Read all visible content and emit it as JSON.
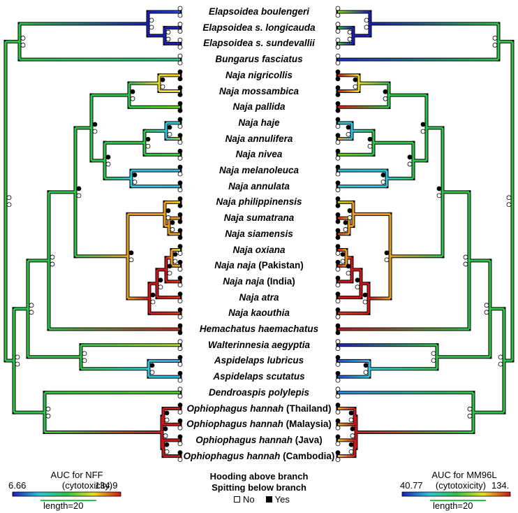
{
  "taxa": [
    {
      "species": "Elapsoidea boulengeri",
      "locality": "",
      "left_color": "#2a47d6",
      "right_color": "#8ad81f",
      "left_marks": [
        "o",
        "o"
      ],
      "right_marks": [
        "o",
        "o"
      ]
    },
    {
      "species": "Elapsoidea s. longicauda",
      "locality": "",
      "left_color": "#1d1fb5",
      "right_color": "#2fc24a",
      "left_marks": [
        "o",
        "o"
      ],
      "right_marks": [
        "o",
        "o"
      ]
    },
    {
      "species": "Elapsoidea s. sundevallii",
      "locality": "",
      "left_color": "#1d1fb5",
      "right_color": "#2fc24a",
      "left_marks": [
        "o",
        "o"
      ],
      "right_marks": [
        "o",
        "o"
      ]
    },
    {
      "species": "Bungarus fasciatus",
      "locality": "",
      "left_color": "#2fc98e",
      "right_color": "#1c2ec6",
      "left_marks": [
        "o",
        "o"
      ],
      "right_marks": [
        "o",
        "o"
      ]
    },
    {
      "species": "Naja nigricollis",
      "locality": "",
      "left_color": "#f0c21d",
      "right_color": "#c8161a",
      "left_marks": [
        "f",
        "f"
      ],
      "right_marks": [
        "f",
        "f"
      ]
    },
    {
      "species": "Naja mossambica",
      "locality": "",
      "left_color": "#e9dc22",
      "right_color": "#c8161a",
      "left_marks": [
        "f",
        "f"
      ],
      "right_marks": [
        "f",
        "f"
      ]
    },
    {
      "species": "Naja pallida",
      "locality": "",
      "left_color": "#74d21f",
      "right_color": "#d0231a",
      "left_marks": [
        "f",
        "f"
      ],
      "right_marks": [
        "f",
        "f"
      ]
    },
    {
      "species": "Naja haje",
      "locality": "",
      "left_color": "#30c6c7",
      "right_color": "#2dc3c7",
      "left_marks": [
        "f",
        "o"
      ],
      "right_marks": [
        "f",
        "o"
      ]
    },
    {
      "species": "Naja annulifera",
      "locality": "",
      "left_color": "#9bd81f",
      "right_color": "#e9a11f",
      "left_marks": [
        "f",
        "o"
      ],
      "right_marks": [
        "f",
        "o"
      ]
    },
    {
      "species": "Naja nivea",
      "locality": "",
      "left_color": "#45c93a",
      "right_color": "#6fd21f",
      "left_marks": [
        "f",
        "o"
      ],
      "right_marks": [
        "f",
        "o"
      ]
    },
    {
      "species": "Naja melanoleuca",
      "locality": "",
      "left_color": "#3ab9d6",
      "right_color": "#29bfd3",
      "left_marks": [
        "f",
        "o"
      ],
      "right_marks": [
        "f",
        "o"
      ]
    },
    {
      "species": "Naja annulata",
      "locality": "",
      "left_color": "#3ab9d6",
      "right_color": "#38c4d6",
      "left_marks": [
        "f",
        "o"
      ],
      "right_marks": [
        "f",
        "o"
      ]
    },
    {
      "species": "Naja philippinensis",
      "locality": "",
      "left_color": "#e5d320",
      "right_color": "#a6d81f",
      "left_marks": [
        "f",
        "f"
      ],
      "right_marks": [
        "f",
        "f"
      ]
    },
    {
      "species": "Naja sumatrana",
      "locality": "",
      "left_color": "#e69c1f",
      "right_color": "#d2321a",
      "left_marks": [
        "f",
        "f"
      ],
      "right_marks": [
        "f",
        "f"
      ]
    },
    {
      "species": "Naja siamensis",
      "locality": "",
      "left_color": "#e69c1f",
      "right_color": "#d2321a",
      "left_marks": [
        "f",
        "f"
      ],
      "right_marks": [
        "f",
        "f"
      ]
    },
    {
      "species": "Naja oxiana",
      "locality": "",
      "left_color": "#dcdc20",
      "right_color": "#c8161a",
      "left_marks": [
        "f",
        "o"
      ],
      "right_marks": [
        "f",
        "o"
      ]
    },
    {
      "species": "Naja naja",
      "locality": "(Pakistan)",
      "left_color": "#e6a41f",
      "right_color": "#c8161a",
      "left_marks": [
        "f",
        "o"
      ],
      "right_marks": [
        "f",
        "o"
      ]
    },
    {
      "species": "Naja naja",
      "locality": "(India)",
      "left_color": "#d4391a",
      "right_color": "#c8161a",
      "left_marks": [
        "f",
        "o"
      ],
      "right_marks": [
        "f",
        "o"
      ]
    },
    {
      "species": "Naja atra",
      "locality": "",
      "left_color": "#d4391a",
      "right_color": "#c8161a",
      "left_marks": [
        "f",
        "o"
      ],
      "right_marks": [
        "f",
        "o"
      ]
    },
    {
      "species": "Naja kaouthia",
      "locality": "",
      "left_color": "#d4391a",
      "right_color": "#d0431a",
      "left_marks": [
        "f",
        "o"
      ],
      "right_marks": [
        "f",
        "o"
      ]
    },
    {
      "species": "Hemachatus haemachatus",
      "locality": "",
      "left_color": "#cf2a1a",
      "right_color": "#c8161a",
      "left_marks": [
        "f",
        "f"
      ],
      "right_marks": [
        "f",
        "f"
      ]
    },
    {
      "species": "Walterinnesia aegyptia",
      "locality": "",
      "left_color": "#b3d81f",
      "right_color": "#2a1fc0",
      "left_marks": [
        "o",
        "o"
      ],
      "right_marks": [
        "o",
        "o"
      ]
    },
    {
      "species": "Aspidelaps lubricus",
      "locality": "",
      "left_color": "#23b8e2",
      "right_color": "#1f56d8",
      "left_marks": [
        "f",
        "o"
      ],
      "right_marks": [
        "f",
        "o"
      ]
    },
    {
      "species": "Aspidelaps scutatus",
      "locality": "",
      "left_color": "#23b8e2",
      "right_color": "#1f56d8",
      "left_marks": [
        "f",
        "o"
      ],
      "right_marks": [
        "f",
        "o"
      ]
    },
    {
      "species": "Dendroaspis polylepis",
      "locality": "",
      "left_color": "#56cc24",
      "right_color": "#2a8be0",
      "left_marks": [
        "o",
        "o"
      ],
      "right_marks": [
        "o",
        "o"
      ]
    },
    {
      "species": "Ophiophagus hannah",
      "locality": "(Thailand)",
      "left_color": "#c8161a",
      "right_color": "#e7b21f",
      "left_marks": [
        "f",
        "o"
      ],
      "right_marks": [
        "f",
        "o"
      ]
    },
    {
      "species": "Ophiophagus hannah",
      "locality": "(Malaysia)",
      "left_color": "#c8161a",
      "right_color": "#e7b21f",
      "left_marks": [
        "f",
        "o"
      ],
      "right_marks": [
        "f",
        "o"
      ]
    },
    {
      "species": "Ophiophagus hannah",
      "locality": "(Java)",
      "left_color": "#c8161a",
      "right_color": "#efce22",
      "left_marks": [
        "f",
        "o"
      ],
      "right_marks": [
        "f",
        "o"
      ]
    },
    {
      "species": "Ophiophagus hannah",
      "locality": "(Cambodia)",
      "left_color": "#c8161a",
      "right_color": "#efce22",
      "left_marks": [
        "f",
        "o"
      ],
      "right_marks": [
        "f",
        "o"
      ]
    }
  ],
  "left_legend": {
    "title_line1": "AUC for NFF",
    "title_line2": "(cytotoxicity)",
    "min": "6.66",
    "max": "134.9",
    "length_label": "length=20"
  },
  "right_legend": {
    "title_line1": "AUC for MM96L",
    "title_line2": "(cytotoxicity)",
    "min": "40.77",
    "max": "134.",
    "length_label": "length=20"
  },
  "center_legend": {
    "line1": "Hooding above branch",
    "line2": "Spitting below branch",
    "no_label": "No",
    "yes_label": "Yes"
  },
  "colors": {
    "blue": "#1c1fb4",
    "cyan": "#2fc3d8",
    "green": "#2fc24a",
    "yellow": "#e9dc22",
    "orange": "#e69c1f",
    "red": "#c8161a"
  }
}
